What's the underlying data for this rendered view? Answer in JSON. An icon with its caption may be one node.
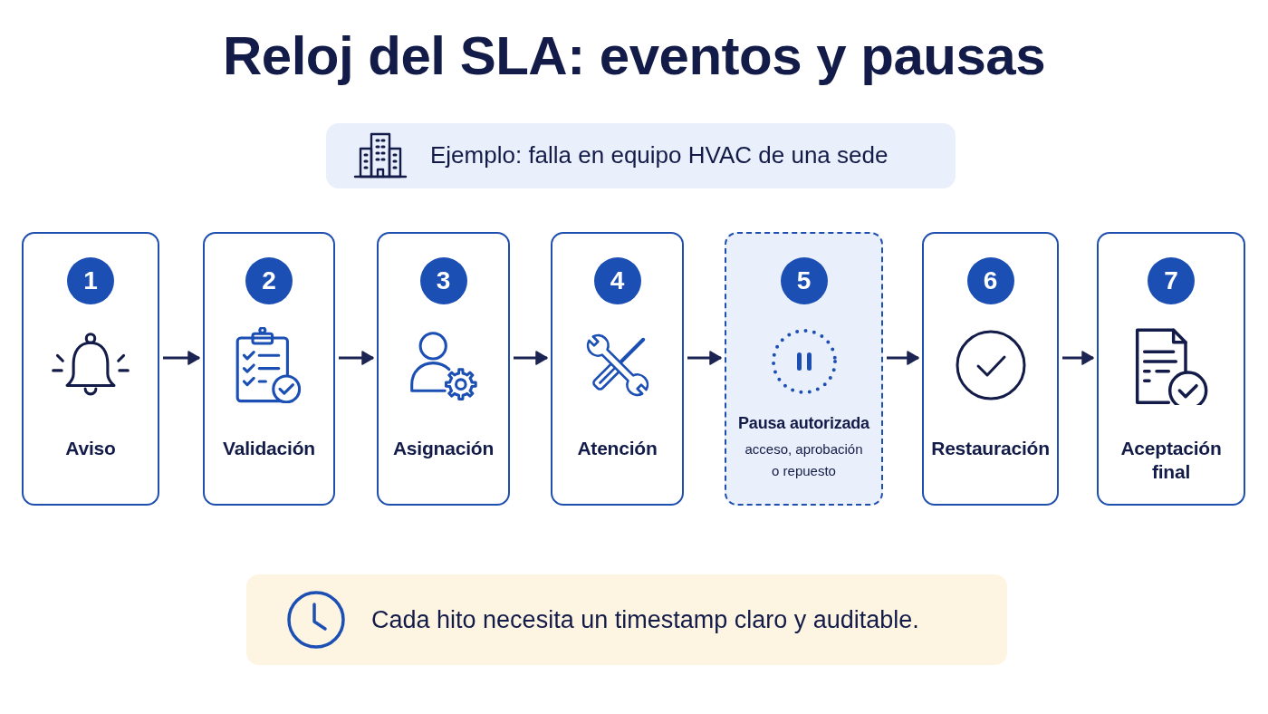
{
  "diagram": {
    "title": "Reloj del SLA: eventos y pausas",
    "nodes": [
      {
        "text": [
          "Ejemplo: falla en equipo HVAC de una sede"
        ]
      },
      {
        "text": [
          "1",
          "Aviso"
        ]
      },
      {
        "text": [
          "2",
          "Validación"
        ]
      },
      {
        "text": [
          "3",
          "Asignación"
        ]
      },
      {
        "text": [
          "4",
          "Atención"
        ]
      },
      {
        "text": [
          "5",
          "Pausa autorizada",
          "acceso, aprobación o repuesto"
        ]
      },
      {
        "text": [
          "6",
          "Restauración"
        ]
      },
      {
        "text": [
          "7",
          "Aceptación final"
        ]
      },
      {
        "text": [
          "Cada hito necesita un timestamp claro y auditable."
        ]
      }
    ],
    "edges": [
      {
        "from": 1,
        "to": 2,
        "arrow": "to"
      },
      {
        "from": 2,
        "to": 3,
        "arrow": "to"
      },
      {
        "from": 3,
        "to": 4,
        "arrow": "to"
      },
      {
        "from": 4,
        "to": 5,
        "arrow": "to"
      },
      {
        "from": 5,
        "to": 6,
        "arrow": "to"
      },
      {
        "from": 6,
        "to": 7,
        "arrow": "to"
      }
    ]
  }
}
